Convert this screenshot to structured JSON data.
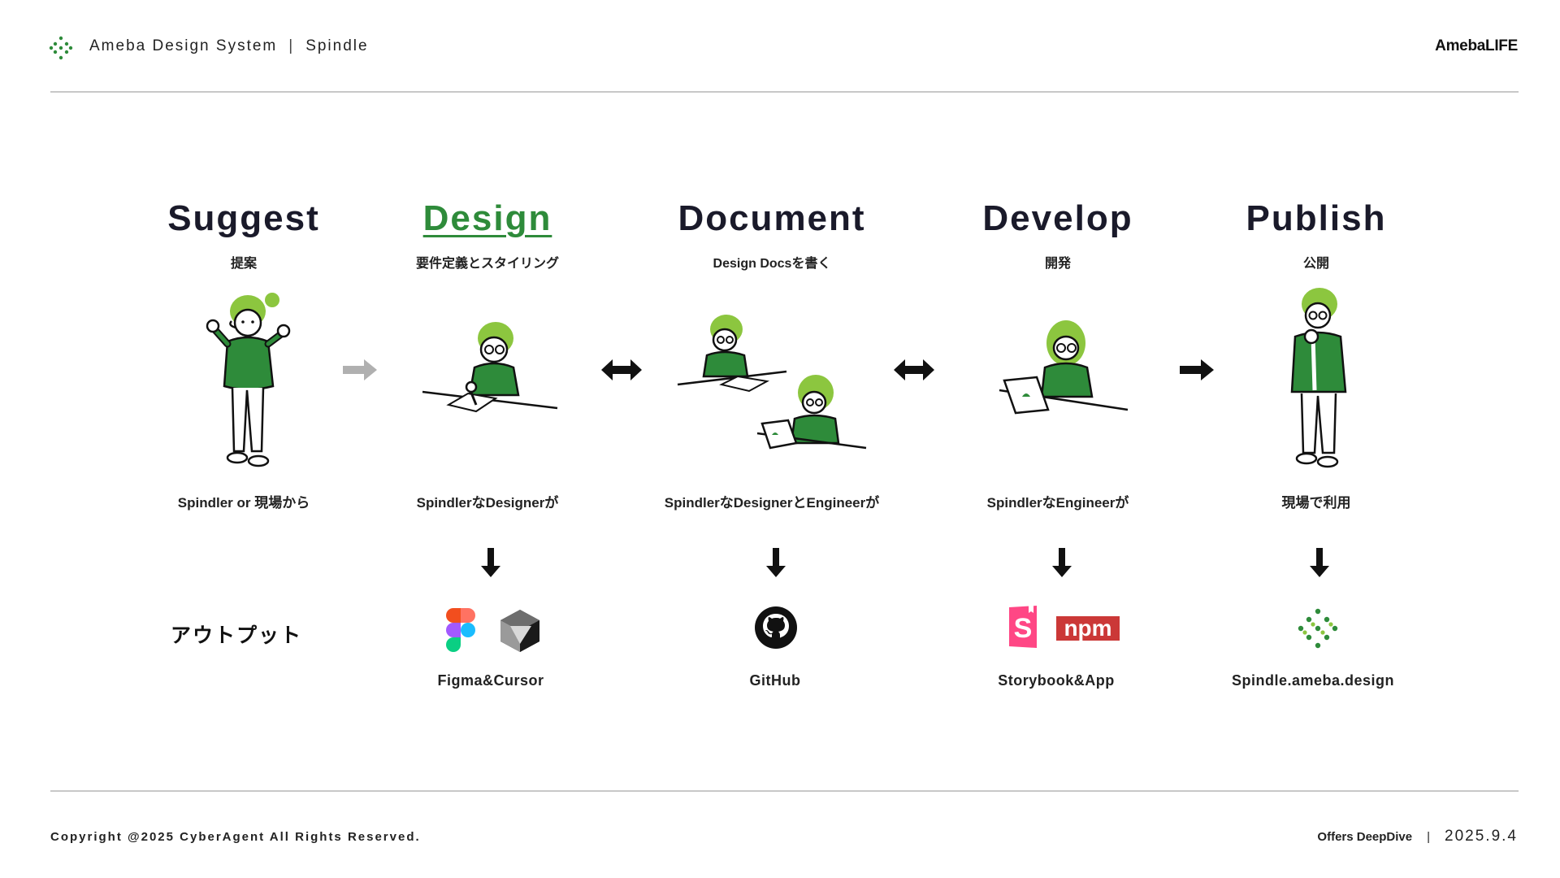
{
  "header": {
    "brand": "Ameba Design System",
    "separator": "|",
    "product": "Spindle",
    "company_logo": "AmebaLIFE"
  },
  "stages": [
    {
      "title": "Suggest",
      "subtitle": "提案",
      "caption": "Spindler or 現場から"
    },
    {
      "title": "Design",
      "subtitle": "要件定義とスタイリング",
      "caption": "SpindlerなDesignerが"
    },
    {
      "title": "Document",
      "subtitle": "Design Docsを書く",
      "caption": "SpindlerなDesignerとEngineerが"
    },
    {
      "title": "Develop",
      "subtitle": "開発",
      "caption": "SpindlerなEngineerが"
    },
    {
      "title": "Publish",
      "subtitle": "公開",
      "caption": "現場で利用"
    }
  ],
  "outputs": {
    "label": "アウトプット",
    "tools": [
      {
        "label": "Figma&Cursor",
        "icons": [
          "figma-icon",
          "cursor-icon"
        ]
      },
      {
        "label": "GitHub",
        "icons": [
          "github-icon"
        ]
      },
      {
        "label": "Storybook&App",
        "icons": [
          "storybook-icon",
          "npm-icon"
        ]
      },
      {
        "label": "Spindle.ameba.design",
        "icons": [
          "spindle-icon"
        ]
      }
    ]
  },
  "icons": {
    "npm_text": "npm",
    "storybook_letter": "S"
  },
  "colors": {
    "accent_green": "#2e8b3a",
    "hair_green": "#8cc63f",
    "rule_gray": "#c8c8c8",
    "muted_arrow": "#b0b0b0"
  },
  "footer": {
    "copyright": "Copyright @2025 CyberAgent All Rights Reserved.",
    "event": "Offers DeepDive",
    "separator": "|",
    "date": "2025.9.4"
  }
}
